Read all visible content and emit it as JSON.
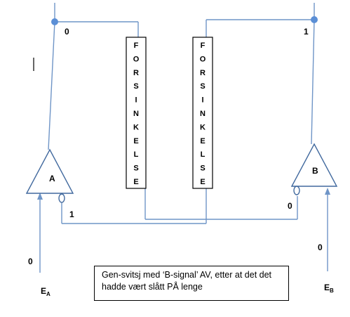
{
  "gates": {
    "a": {
      "label": "A"
    },
    "b": {
      "label": "B"
    }
  },
  "delay_label": "FORSINKELSE",
  "signals": {
    "a_output": "0",
    "b_output": "1",
    "a_feedback": "1",
    "b_feedback": "0",
    "a_input": "0",
    "b_input": "0"
  },
  "inputs": {
    "a": {
      "base": "E",
      "sub": "A"
    },
    "b": {
      "base": "E",
      "sub": "B"
    }
  },
  "caption": "Gen-svitsj med ‘B-signal’ AV, etter at det det hadde vært slått PÅ lenge",
  "colors": {
    "wire": "#6f95c7",
    "gate_outline": "#41699e",
    "node": "#5b8fd6"
  }
}
